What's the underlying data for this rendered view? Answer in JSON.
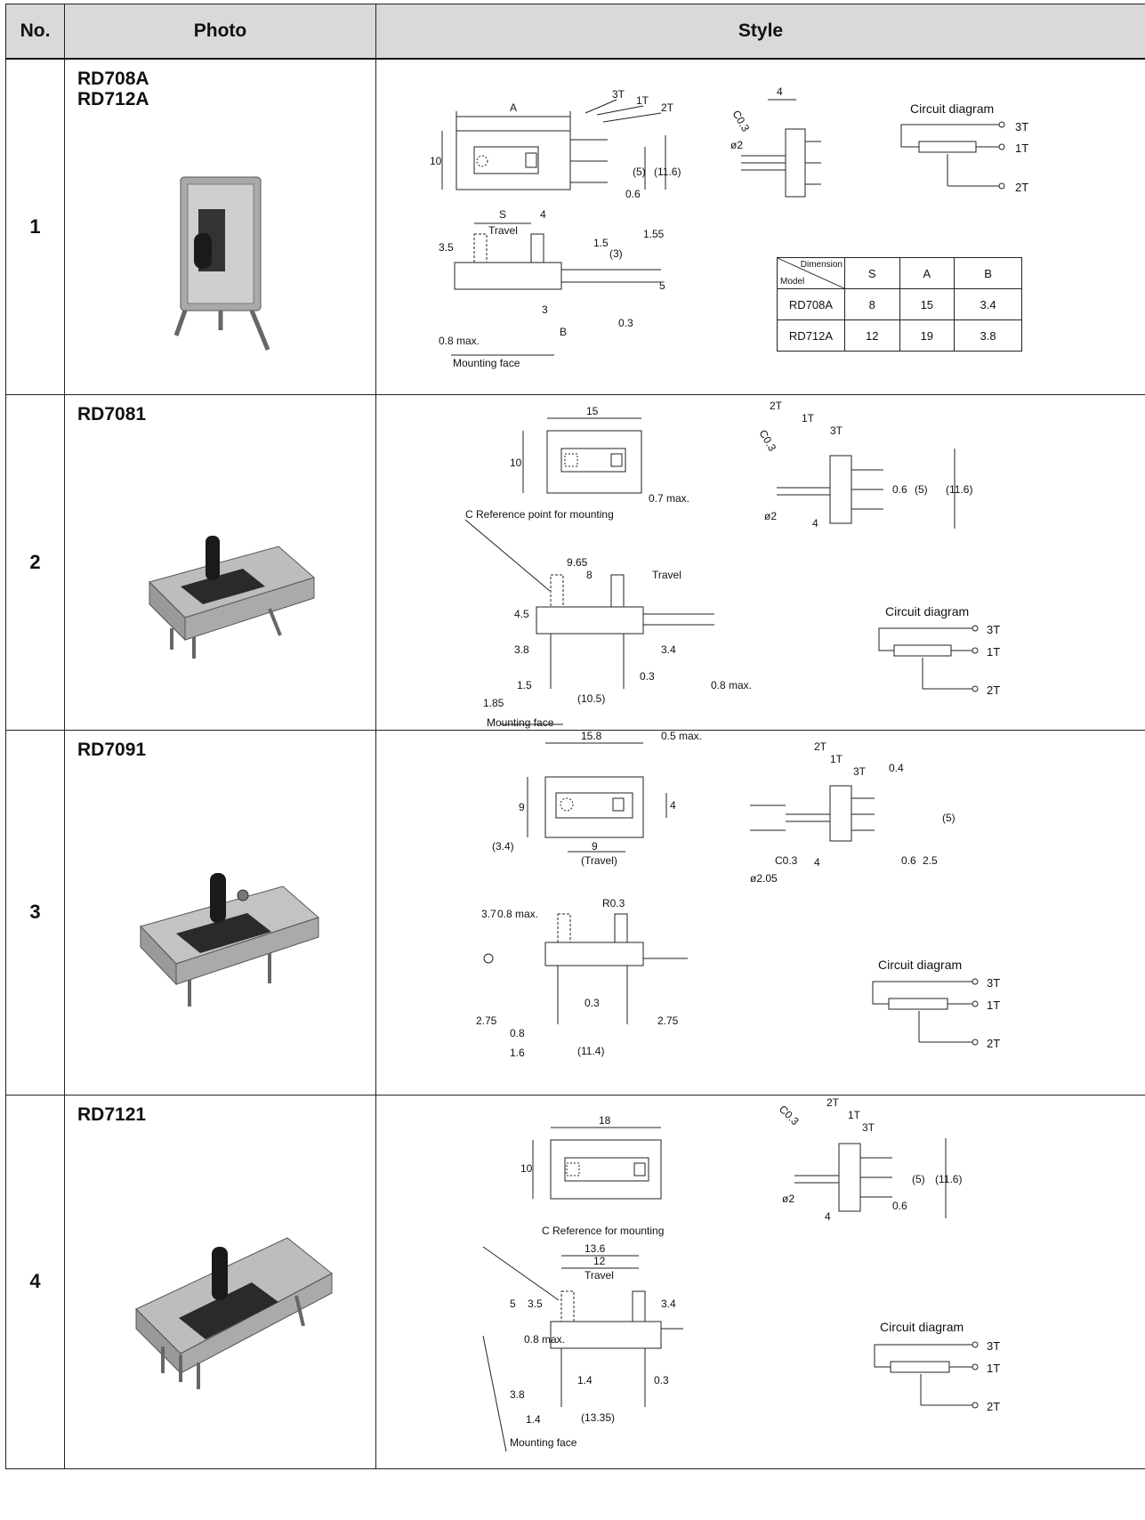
{
  "header": {
    "no": "No.",
    "photo": "Photo",
    "style": "Style"
  },
  "rows": [
    {
      "no": "1",
      "models": [
        "RD708A",
        "RD712A"
      ],
      "drawing": {
        "top_view": [
          "A",
          "3T",
          "1T",
          "2T",
          "10",
          "(5)",
          "(11.6)",
          "0.6"
        ],
        "side_view": [
          "4",
          "C0.3",
          "ø2"
        ],
        "front_view": [
          "S",
          "4",
          "Travel",
          "3.5",
          "1.5",
          "1.55",
          "(3)",
          "5",
          "3",
          "0.3",
          "B",
          "0.8 max.",
          "Mounting face"
        ],
        "circuit": {
          "title": "Circuit diagram",
          "pins": [
            "3T",
            "1T",
            "2T"
          ]
        }
      },
      "dimension_table": {
        "corner_top": "Dimension",
        "corner_bottom": "Model",
        "headers": [
          "S",
          "A",
          "B"
        ],
        "rows": [
          {
            "model": "RD708A",
            "values": [
              "8",
              "15",
              "3.4"
            ]
          },
          {
            "model": "RD712A",
            "values": [
              "12",
              "19",
              "3.8"
            ]
          }
        ]
      }
    },
    {
      "no": "2",
      "models": [
        "RD7081"
      ],
      "drawing": {
        "top_view": [
          "15",
          "10",
          "0.7 max.",
          "C  Reference point for mounting"
        ],
        "side_view": [
          "2T",
          "1T",
          "3T",
          "C0.3",
          "ø2",
          "4",
          "0.6",
          "(5)",
          "(11.6)"
        ],
        "front_view": [
          "9.65",
          "8",
          "Travel",
          "4.5",
          "3.8",
          "3.4",
          "1.5",
          "0.3",
          "1.85",
          "(10.5)",
          "0.8 max.",
          "Mounting face"
        ],
        "circuit": {
          "title": "Circuit diagram",
          "pins": [
            "3T",
            "1T",
            "2T"
          ]
        }
      }
    },
    {
      "no": "3",
      "models": [
        "RD7091"
      ],
      "drawing": {
        "top_view": [
          "15.8",
          "0.5 max.",
          "9",
          "4",
          "(3.4)",
          "9",
          "(Travel)"
        ],
        "side_view": [
          "2T",
          "1T",
          "3T",
          "0.4",
          "(5)",
          "ø2.05",
          "C0.3",
          "4",
          "0.6",
          "2.5"
        ],
        "front_view": [
          "3.7",
          "0.8 max.",
          "R0.3",
          "2.75",
          "0.3",
          "2.75",
          "0.8",
          "1.6",
          "(11.4)"
        ],
        "circuit": {
          "title": "Circuit diagram",
          "pins": [
            "3T",
            "1T",
            "2T"
          ]
        }
      }
    },
    {
      "no": "4",
      "models": [
        "RD7121"
      ],
      "drawing": {
        "top_view": [
          "18",
          "10",
          "C  Reference for mounting"
        ],
        "side_view": [
          "C0.3",
          "2T",
          "1T",
          "3T",
          "(5)",
          "(11.6)",
          "ø2",
          "4",
          "0.6"
        ],
        "front_view": [
          "13.6",
          "12",
          "Travel",
          "5",
          "3.5",
          "3.4",
          "0.8 max.",
          "1.4",
          "0.3",
          "3.8",
          "1.4",
          "(13.35)",
          "Mounting face"
        ],
        "circuit": {
          "title": "Circuit diagram",
          "pins": [
            "3T",
            "1T",
            "2T"
          ]
        }
      }
    }
  ]
}
